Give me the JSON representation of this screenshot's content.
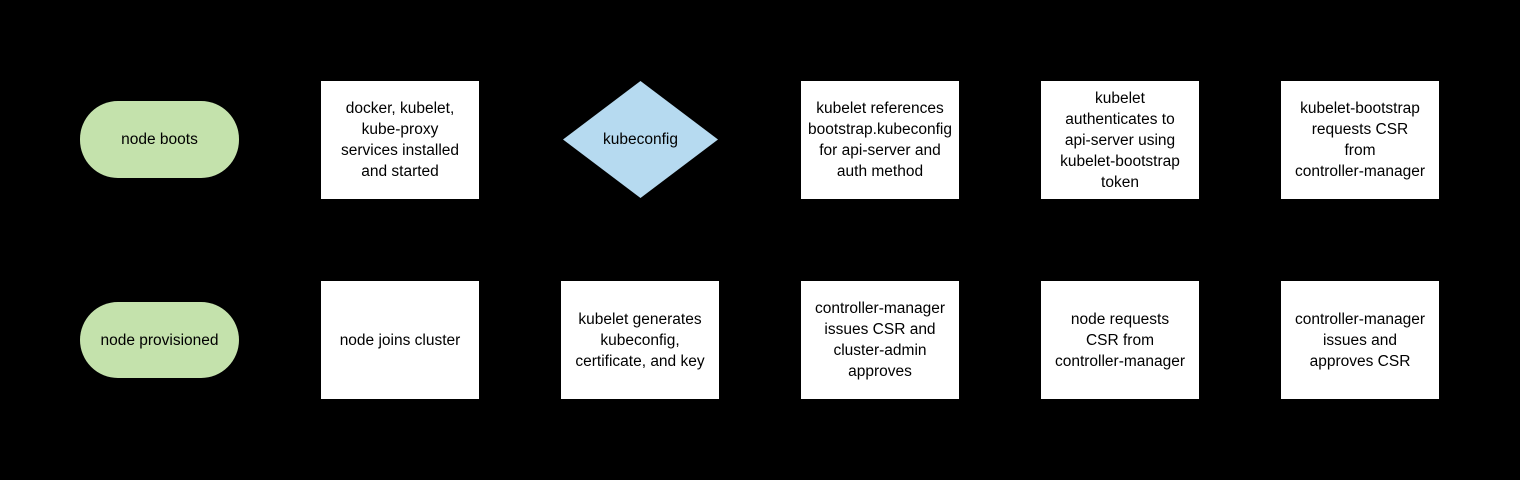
{
  "diagram": {
    "title": "kubernetes node bootstrap flowchart",
    "background_color": "#000000",
    "colors": {
      "terminal_fill": "#c4e2ac",
      "process_fill": "#ffffff",
      "decision_fill": "#b6daf0",
      "text": "#000000"
    },
    "nodes": [
      {
        "id": "node-boots",
        "type": "terminal",
        "row": 1,
        "col": 1,
        "label": "node boots"
      },
      {
        "id": "services-installed",
        "type": "process",
        "row": 1,
        "col": 2,
        "label": "docker, kubelet,\nkube-proxy\nservices installed\nand started"
      },
      {
        "id": "kubeconfig-decision",
        "type": "decision",
        "row": 1,
        "col": 3,
        "label": "kubeconfig"
      },
      {
        "id": "kubelet-references-bootstrap",
        "type": "process",
        "row": 1,
        "col": 4,
        "label": "kubelet references\nbootstrap.kubeconfig\nfor api-server and\nauth method"
      },
      {
        "id": "kubelet-authenticates",
        "type": "process",
        "row": 1,
        "col": 5,
        "label": "kubelet\nauthenticates to\napi-server using\nkubelet-bootstrap\ntoken"
      },
      {
        "id": "kubelet-bootstrap-requests-csr",
        "type": "process",
        "row": 1,
        "col": 6,
        "label": "kubelet-bootstrap\nrequests CSR\nfrom\ncontroller-manager"
      },
      {
        "id": "node-provisioned",
        "type": "terminal",
        "row": 2,
        "col": 1,
        "label": "node provisioned"
      },
      {
        "id": "node-joins-cluster",
        "type": "process",
        "row": 2,
        "col": 2,
        "label": "node joins cluster"
      },
      {
        "id": "kubelet-generates",
        "type": "process",
        "row": 2,
        "col": 3,
        "label": "kubelet generates\nkubeconfig,\ncertificate, and key"
      },
      {
        "id": "cm-issues-csr-admin-approves",
        "type": "process",
        "row": 2,
        "col": 4,
        "label": "controller-manager\nissues CSR and\ncluster-admin\napproves"
      },
      {
        "id": "node-requests-csr",
        "type": "process",
        "row": 2,
        "col": 5,
        "label": "node requests\nCSR from\ncontroller-manager"
      },
      {
        "id": "cm-issues-approves-csr",
        "type": "process",
        "row": 2,
        "col": 6,
        "label": "controller-manager\nissues and\napproves CSR"
      }
    ]
  }
}
